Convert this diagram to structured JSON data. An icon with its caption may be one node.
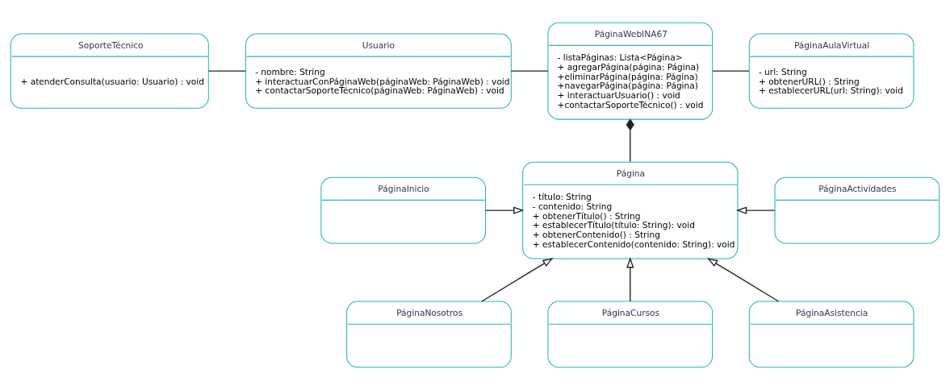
{
  "diagram": {
    "nodes": [
      {
        "text": [
          "SoporteTécnico",
          "+ atenderConsulta(usuario: Usuario) : void"
        ]
      },
      {
        "text": [
          "Usuario",
          "- nombre: String",
          "+ interactuarConPáginaWeb(páginaWeb: PáginaWeb) : void",
          "+ contactarSoporteTécnico(páginaWeb: PáginaWeb) : void"
        ]
      },
      {
        "text": [
          "PáginaWebINA67",
          "- listaPáginas: Lista<Página>",
          "+ agregarPágina(página: Página)",
          "+eliminarPágina(página: Página)",
          "+navegarPágina(página: Página)",
          "+ interactuarUsuario() : void",
          "+contactarSoporteTécnico() : void"
        ]
      },
      {
        "text": [
          "PáginaAulaVirtual",
          "- url: String",
          "+ obtenerURL() : String",
          "+ establecerURL(url: String): void"
        ]
      },
      {
        "text": [
          "Página",
          "- título: String",
          "- contenido: String",
          "+ obtenerTítulo() : String",
          "+ establecerTítulo(título: String): void",
          "+ obtenerContenido() : String",
          "+ establecerContenido(contenido: String): void"
        ]
      },
      {
        "text": [
          "PáginaInicio"
        ]
      },
      {
        "text": [
          "PáginaActividades"
        ]
      },
      {
        "text": [
          "PáginaNosotros"
        ]
      },
      {
        "text": [
          "PáginaCursos"
        ]
      },
      {
        "text": [
          "PáginaAsistencia"
        ]
      }
    ],
    "edges": [
      {
        "from": 0,
        "to": 1,
        "arrow": "none"
      },
      {
        "from": 1,
        "to": 2,
        "arrow": "none"
      },
      {
        "from": 2,
        "to": 3,
        "arrow": "none"
      },
      {
        "from": 4,
        "to": 2,
        "arrow": "other"
      },
      {
        "from": 5,
        "to": 4,
        "arrow": "to"
      },
      {
        "from": 6,
        "to": 4,
        "arrow": "to"
      },
      {
        "from": 7,
        "to": 4,
        "arrow": "to"
      },
      {
        "from": 8,
        "to": 4,
        "arrow": "to"
      },
      {
        "from": 9,
        "to": 4,
        "arrow": "to"
      }
    ]
  }
}
